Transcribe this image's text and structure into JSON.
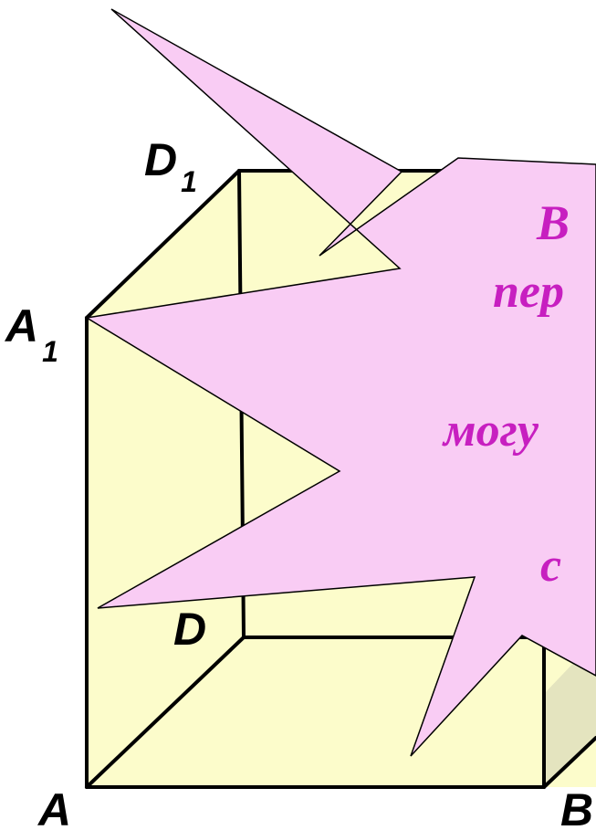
{
  "vertices": {
    "A": "A",
    "B": "B",
    "D": "D",
    "A1_base": "A",
    "A1_sub": "1",
    "D1_base": "D",
    "D1_sub": "1"
  },
  "callout_lines": [
    "В",
    "пер",
    "могу",
    "с"
  ],
  "colors": {
    "face_fill": "#fcfccb",
    "right_face_fill": "#e4e4bf",
    "edge": "#000000",
    "burst_fill": "#f9ccf4",
    "burst_stroke": "#000000",
    "callout_text": "#c71fc0"
  }
}
